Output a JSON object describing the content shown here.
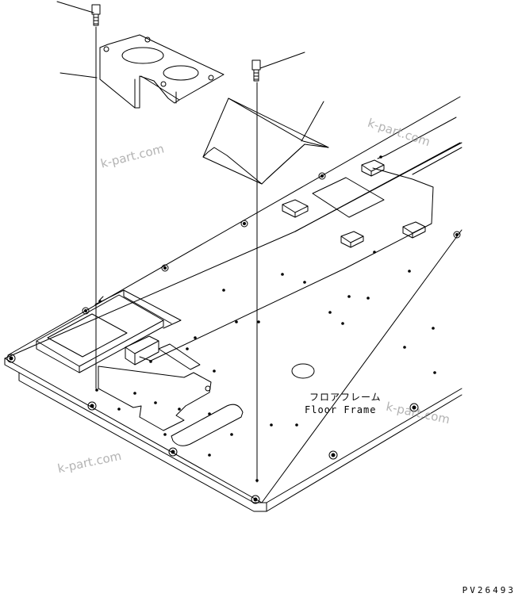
{
  "diagram": {
    "label_jp": "フロアフレーム",
    "label_en": "Floor Frame",
    "drawing_code": "PV26493",
    "watermarks": [
      "k-part.com",
      "k-part.com",
      "k-part.com",
      "k-part.com"
    ]
  }
}
